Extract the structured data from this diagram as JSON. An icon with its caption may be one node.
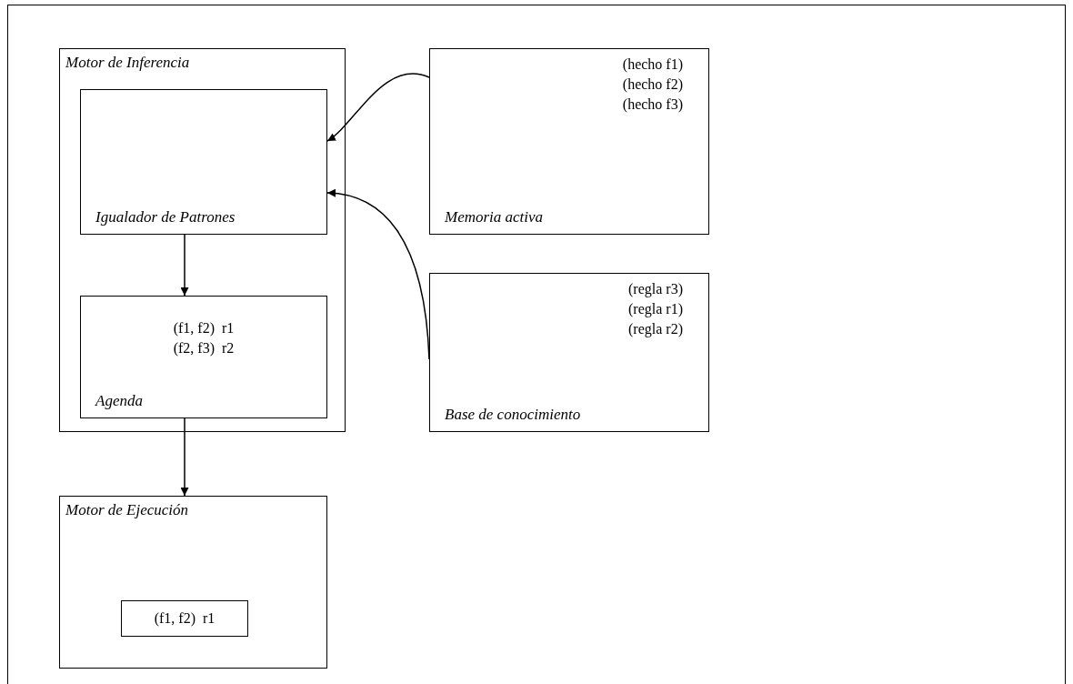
{
  "diagram": {
    "nodes": [
      {
        "text": [
          "Motor de Inferencia"
        ]
      },
      {
        "text": [
          "Igualador de Patrones"
        ],
        "in": 0
      },
      {
        "text": [
          "(f1, f2)  r1",
          "(f2, f3)  r2",
          "Agenda"
        ],
        "in": 0
      },
      {
        "text": [
          "(hecho f1)",
          "(hecho f2)",
          "(hecho f3)",
          "Memoria activa"
        ]
      },
      {
        "text": [
          "(regla r3)",
          "(regla r1)",
          "(regla r2)",
          "Base de conocimiento"
        ]
      },
      {
        "text": [
          "Motor de Ejecución"
        ]
      },
      {
        "text": [
          "(f1, f2)  r1"
        ],
        "in": 5
      }
    ],
    "edges": [
      {
        "from": 3,
        "to": 1,
        "arrow": "to"
      },
      {
        "from": 4,
        "to": 1,
        "arrow": "to"
      },
      {
        "from": 1,
        "to": 2,
        "arrow": "to"
      },
      {
        "from": 2,
        "to": 5,
        "arrow": "to"
      }
    ]
  }
}
